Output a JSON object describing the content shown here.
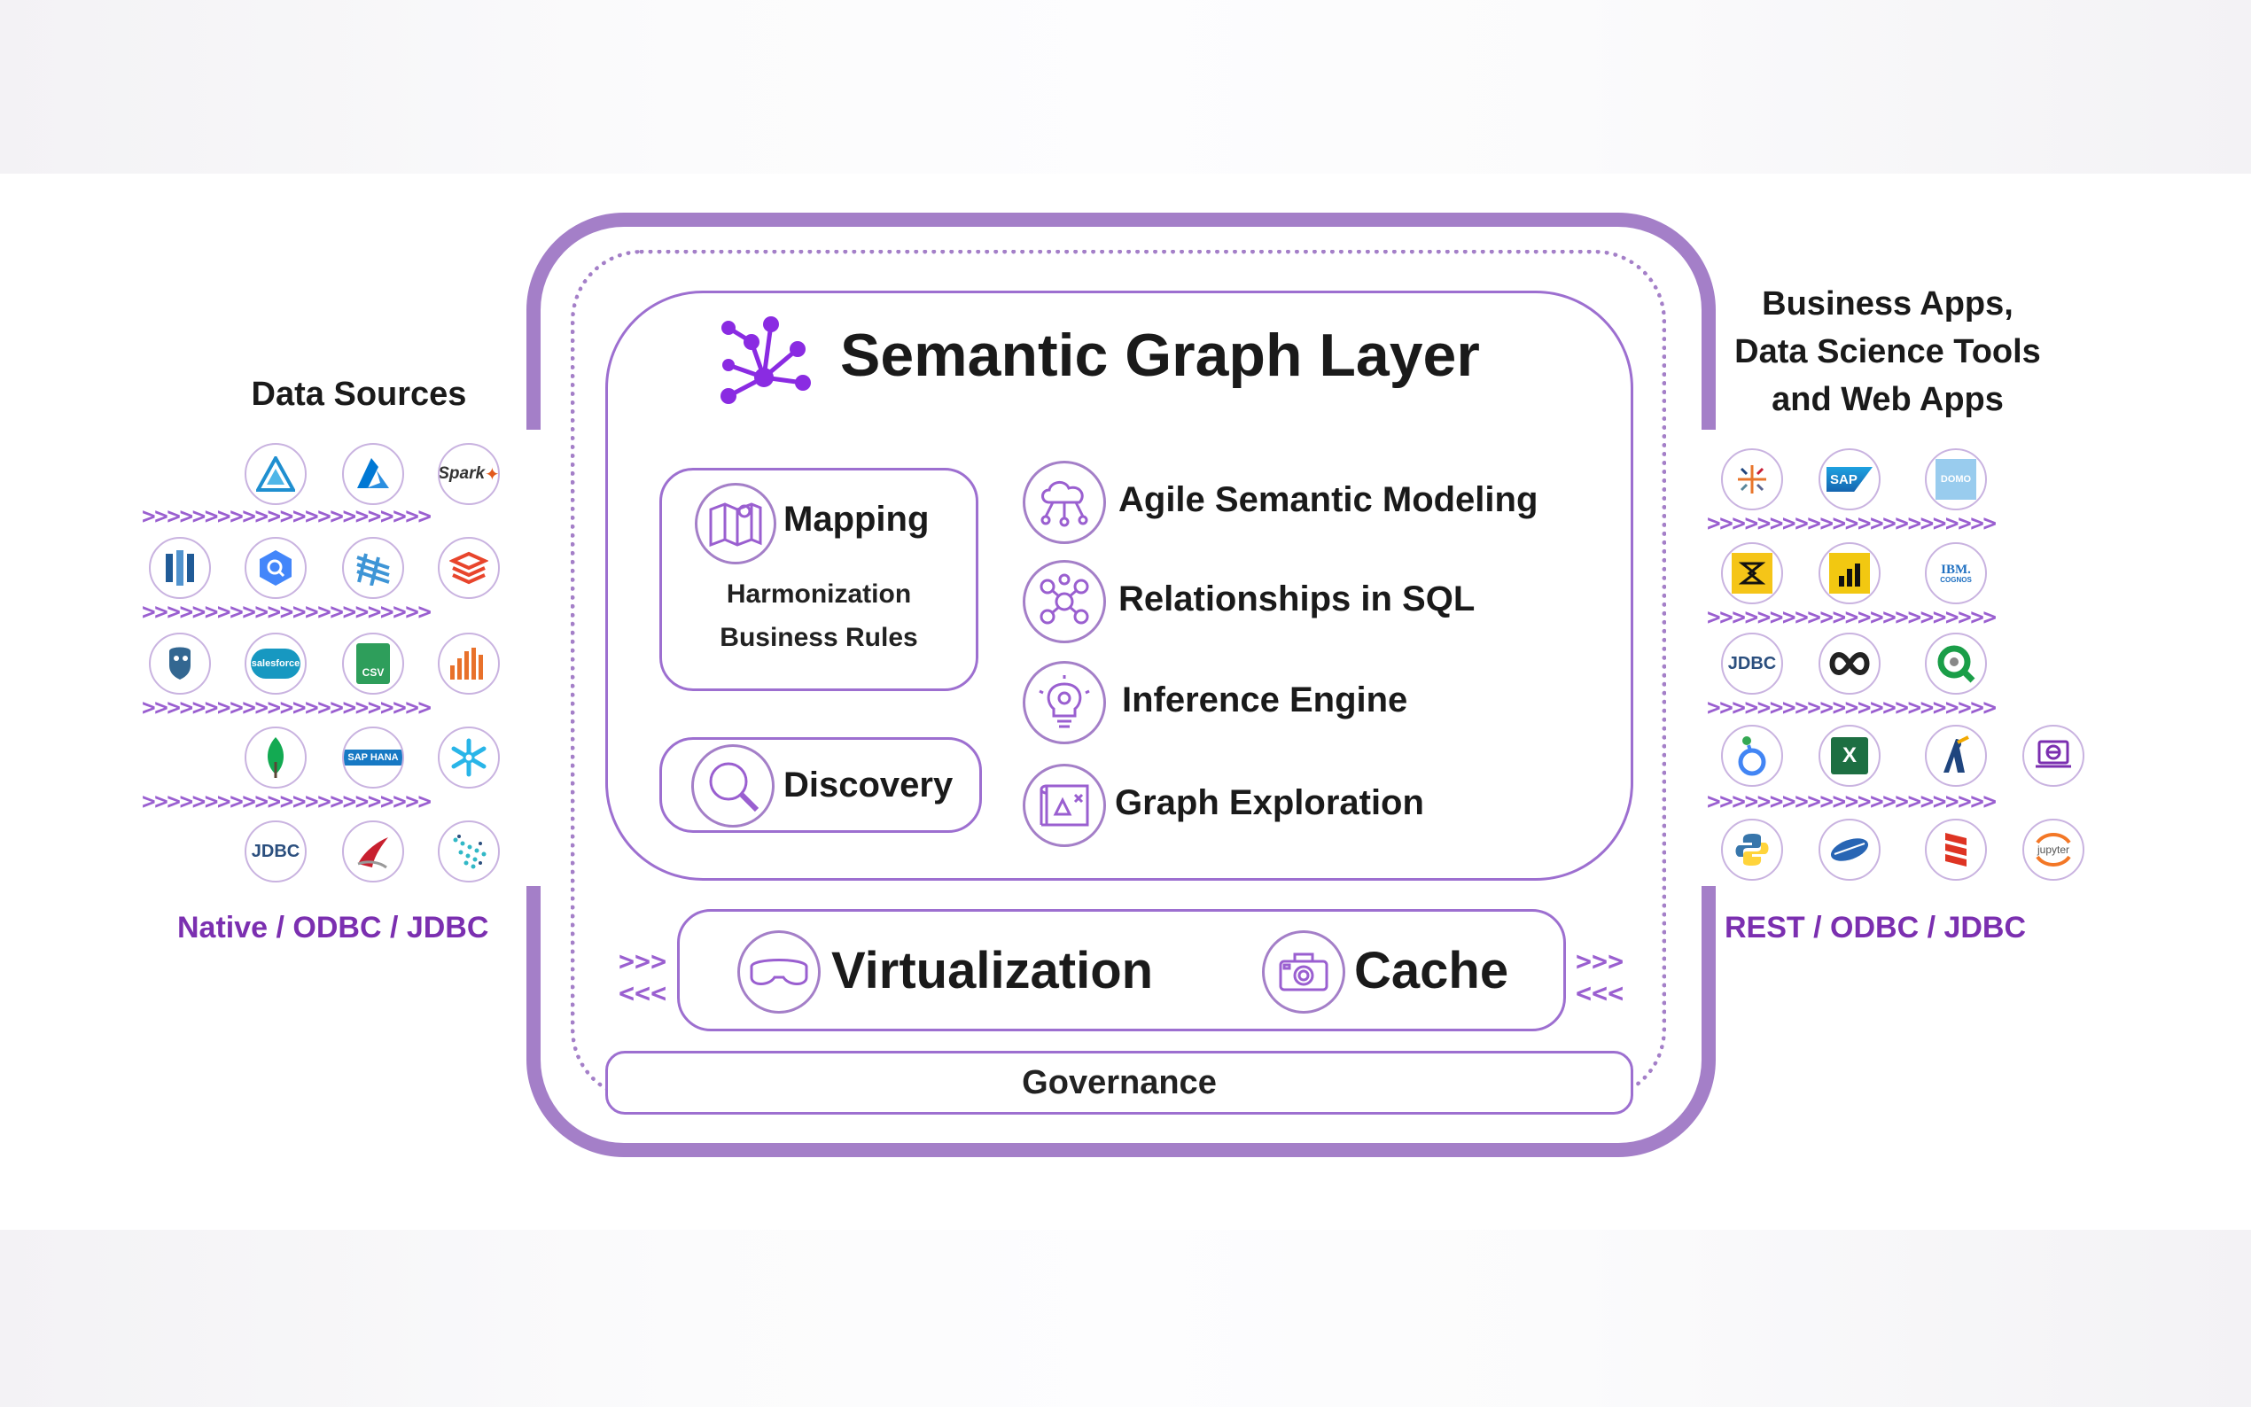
{
  "title": "Semantic Graph Layer",
  "left": {
    "heading": "Data Sources",
    "protocols": "Native / ODBC / JDBC",
    "icons": [
      "azure-synapse-icon",
      "azure-icon",
      "spark-icon",
      "redshift-icon",
      "bigquery-icon",
      "azure-data-lake-icon",
      "databricks-icon",
      "postgresql-icon",
      "salesforce-icon",
      "csv-icon",
      "aws-athena-icon",
      "mongodb-icon",
      "sap-hana-icon",
      "snowflake-icon",
      "jdbc-icon",
      "sql-server-icon",
      "dremio-icon"
    ],
    "labels": {
      "spark": "Spark",
      "salesforce": "salesforce",
      "csv": "CSV",
      "sap": "SAP HANA",
      "jdbc": "JDBC"
    }
  },
  "right": {
    "heading_lines": [
      "Business Apps,",
      "Data Science Tools",
      "and Web Apps"
    ],
    "protocols": "REST / ODBC / JDBC",
    "labels": {
      "sap": "SAP",
      "domo": "DOMO",
      "ibm": "IBM.",
      "cognos": "COGNOS",
      "jdbc": "JDBC",
      "jupyter": "jupyter"
    }
  },
  "mapping": {
    "label": "Mapping",
    "lines": [
      "Harmonization",
      "Business Rules"
    ]
  },
  "discovery": "Discovery",
  "features": [
    {
      "label": "Agile Semantic Modeling",
      "icon": "cloud-network-icon"
    },
    {
      "label": "Relationships in SQL",
      "icon": "network-people-icon"
    },
    {
      "label": "Inference Engine",
      "icon": "lightbulb-icon"
    },
    {
      "label": "Graph Exploration",
      "icon": "blueprint-icon"
    }
  ],
  "virtualization": "Virtualization",
  "cache": "Cache",
  "governance": "Governance",
  "arrow_row": ">>>>>>>>>>>>>>>>>>>>>>>",
  "arrow_in": ">>>",
  "arrow_out": "<<<",
  "colors": {
    "accent": "#a47fc8",
    "protocol_text": "#7b2fb0",
    "arrow": "#9a5fd0"
  }
}
